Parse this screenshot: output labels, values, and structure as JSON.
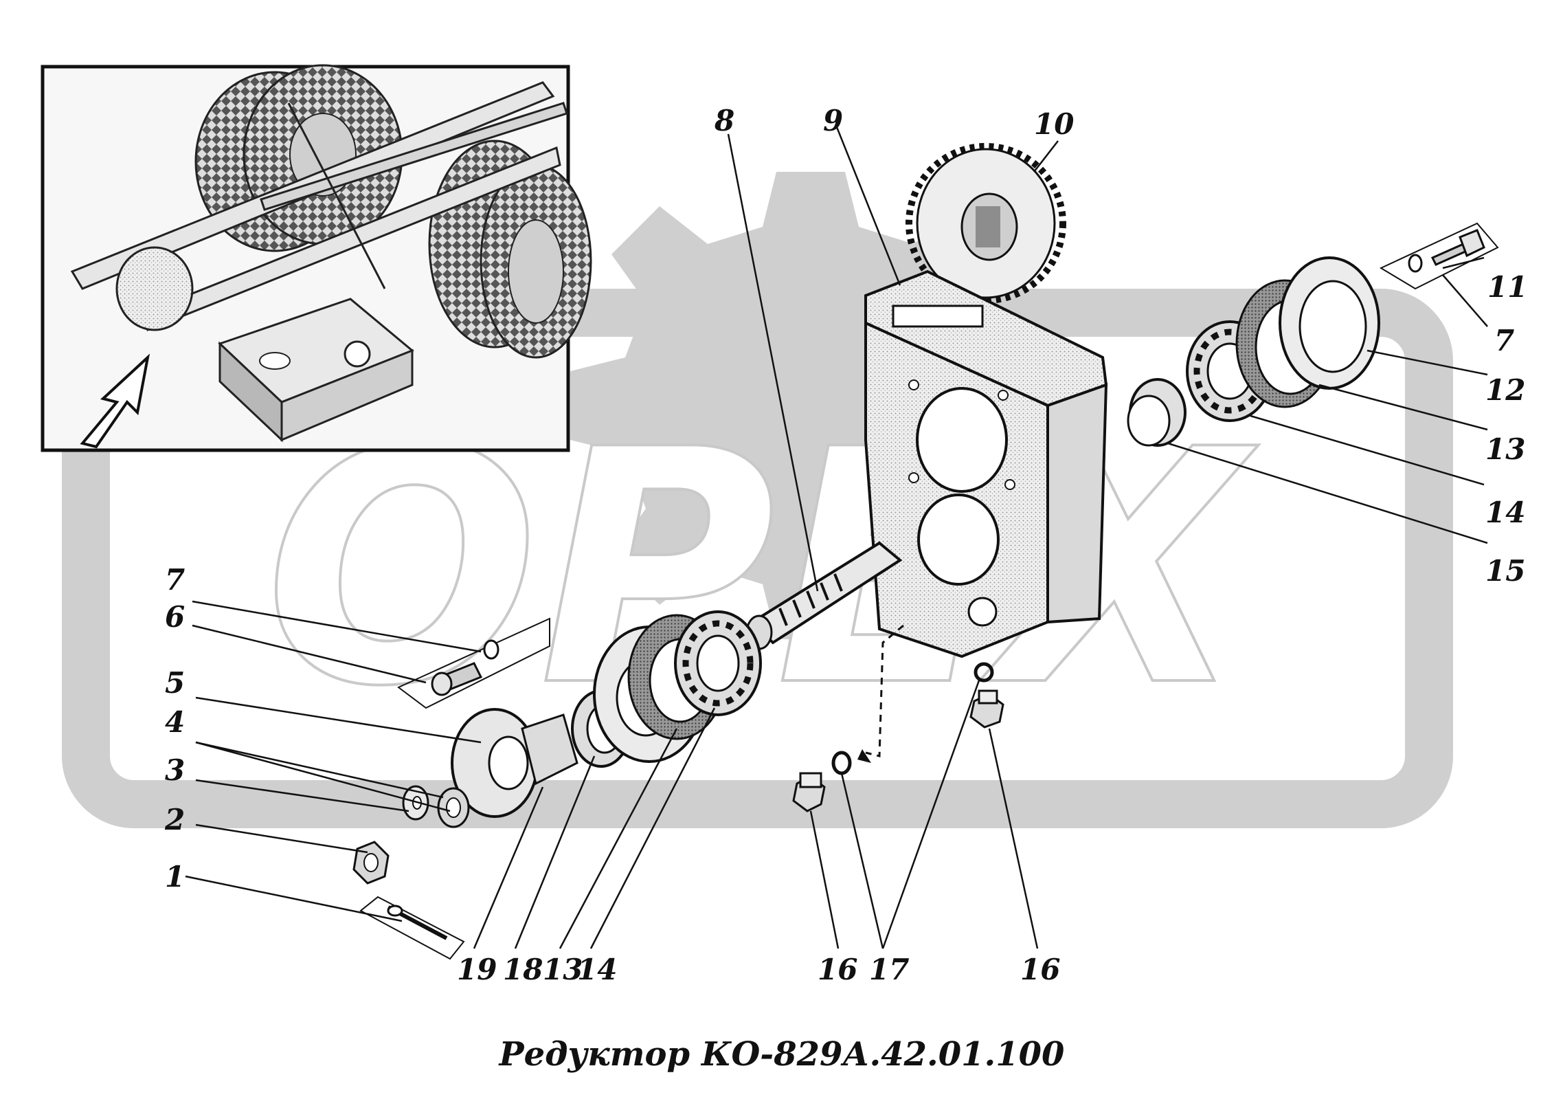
{
  "diagram": {
    "watermark": "ОРЕХ",
    "caption": "Редуктор КО-829А.42.01.100",
    "labels": {
      "l8": "8",
      "l9": "9",
      "l10": "10",
      "l11": "11",
      "l7r": "7",
      "l12": "12",
      "l13r": "13",
      "l14r": "14",
      "l15": "15",
      "l7l": "7",
      "l6": "6",
      "l5": "5",
      "l4": "4",
      "l3": "3",
      "l2": "2",
      "l1": "1",
      "l19": "19",
      "l18": "18",
      "l13b": "13",
      "l14b": "14",
      "l16a": "16",
      "l17": "17",
      "l16b": "16"
    },
    "colors": {
      "ink": "#111111",
      "watermark": "#c9c9c9",
      "part_fill": "#e4e4e4",
      "shade": "#8a8a8a"
    }
  }
}
